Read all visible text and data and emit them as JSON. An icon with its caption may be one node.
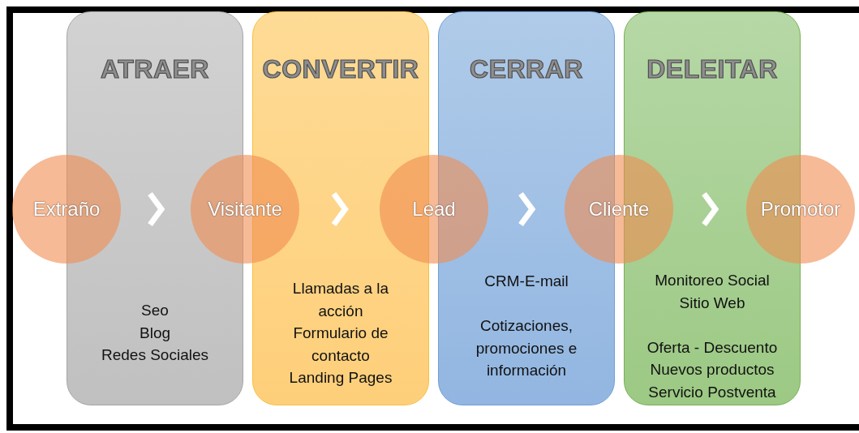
{
  "diagram": {
    "nodes": [
      {
        "text": [
          "ATRAER",
          "Seo",
          "Blog",
          "Redes Sociales"
        ]
      },
      {
        "text": [
          "CONVERTIR",
          "Llamadas a la acción",
          "Formulario de contacto",
          "Landing Pages"
        ]
      },
      {
        "text": [
          "CERRAR",
          "CRM-E-mail",
          "Cotizaciones, promociones e información"
        ]
      },
      {
        "text": [
          "DELEITAR",
          "Monitoreo Social",
          "Sitio Web",
          "Oferta - Descuento",
          "Nuevos productos",
          "Servicio Postventa"
        ]
      },
      {
        "text": [
          "Extraño"
        ]
      },
      {
        "text": [
          "Visitante"
        ]
      },
      {
        "text": [
          "Lead"
        ]
      },
      {
        "text": [
          "Cliente"
        ]
      },
      {
        "text": [
          "Promotor"
        ]
      }
    ],
    "edges": [
      {
        "from": 4,
        "to": 5,
        "arrow": "to"
      },
      {
        "from": 5,
        "to": 6,
        "arrow": "to"
      },
      {
        "from": 6,
        "to": 7,
        "arrow": "to"
      },
      {
        "from": 7,
        "to": 8,
        "arrow": "to"
      }
    ]
  }
}
